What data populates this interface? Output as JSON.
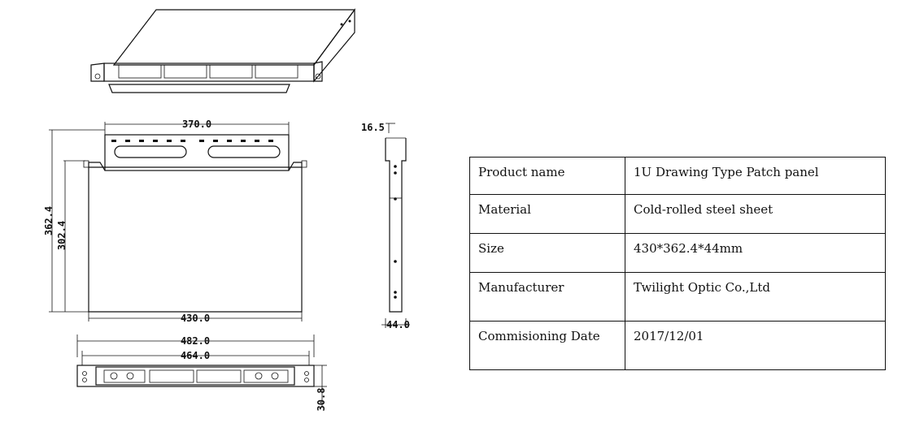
{
  "dimensions": {
    "top_width": "370.0",
    "overall_depth": "362.4",
    "tray_depth": "302.4",
    "bottom_width": "430.0",
    "side_top": "16.5",
    "side_height": "44.0",
    "front_overall": "482.0",
    "front_inner": "464.0",
    "front_height": "30.8"
  },
  "spec_table": {
    "rows": [
      {
        "label": "Product name",
        "value": "1U Drawing Type Patch panel"
      },
      {
        "label": "Material",
        "value": "Cold-rolled steel sheet"
      },
      {
        "label": "Size",
        "value": "430*362.4*44mm"
      },
      {
        "label": "Manufacturer",
        "value": "Twilight Optic Co.,Ltd"
      },
      {
        "label": "Commisioning Date",
        "value": "2017/12/01"
      }
    ]
  }
}
